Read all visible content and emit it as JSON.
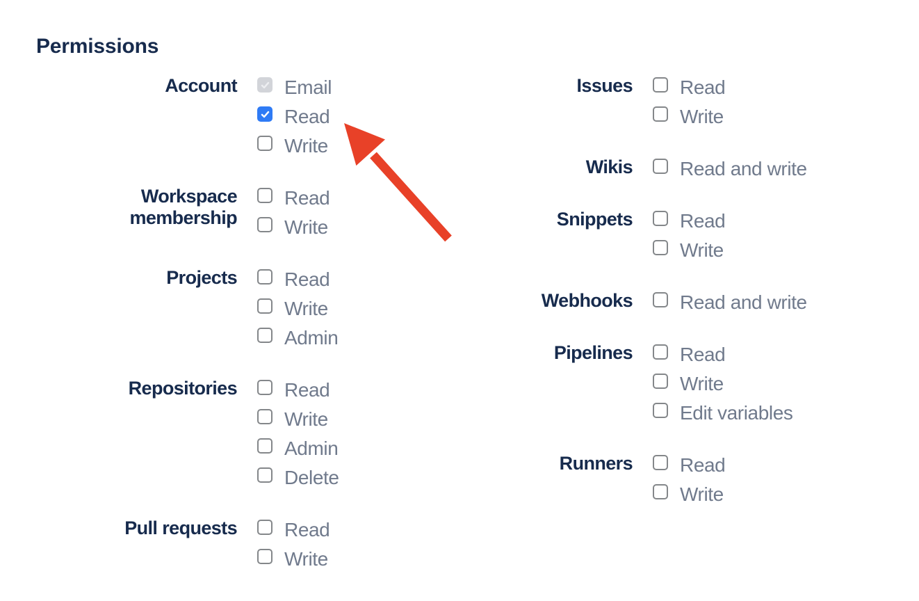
{
  "page": {
    "heading": "Permissions"
  },
  "colors": {
    "heading_text": "#172b4d",
    "group_label_text": "#172b4d",
    "option_label_text": "#707a8c",
    "checkbox_border": "#84878a",
    "checkbox_checked_fill": "#2f7bf5",
    "checkbox_check": "#ffffff",
    "checkbox_disabled_fill": "#d2d4d9",
    "checkbox_disabled_check": "#edeef1",
    "arrow": "#e84128"
  },
  "permissions": {
    "columns": {
      "left": [
        {
          "label": "Account",
          "options": [
            {
              "label": "Email",
              "state": "checked-disabled"
            },
            {
              "label": "Read",
              "state": "checked"
            },
            {
              "label": "Write",
              "state": "unchecked"
            }
          ]
        },
        {
          "label": "Workspace membership",
          "options": [
            {
              "label": "Read",
              "state": "unchecked"
            },
            {
              "label": "Write",
              "state": "unchecked"
            }
          ]
        },
        {
          "label": "Projects",
          "options": [
            {
              "label": "Read",
              "state": "unchecked"
            },
            {
              "label": "Write",
              "state": "unchecked"
            },
            {
              "label": "Admin",
              "state": "unchecked"
            }
          ]
        },
        {
          "label": "Repositories",
          "options": [
            {
              "label": "Read",
              "state": "unchecked"
            },
            {
              "label": "Write",
              "state": "unchecked"
            },
            {
              "label": "Admin",
              "state": "unchecked"
            },
            {
              "label": "Delete",
              "state": "unchecked"
            }
          ]
        },
        {
          "label": "Pull requests",
          "options": [
            {
              "label": "Read",
              "state": "unchecked"
            },
            {
              "label": "Write",
              "state": "unchecked"
            }
          ]
        }
      ],
      "right": [
        {
          "label": "Issues",
          "options": [
            {
              "label": "Read",
              "state": "unchecked"
            },
            {
              "label": "Write",
              "state": "unchecked"
            }
          ]
        },
        {
          "label": "Wikis",
          "options": [
            {
              "label": "Read and write",
              "state": "unchecked"
            }
          ]
        },
        {
          "label": "Snippets",
          "options": [
            {
              "label": "Read",
              "state": "unchecked"
            },
            {
              "label": "Write",
              "state": "unchecked"
            }
          ]
        },
        {
          "label": "Webhooks",
          "options": [
            {
              "label": "Read and write",
              "state": "unchecked"
            }
          ]
        },
        {
          "label": "Pipelines",
          "options": [
            {
              "label": "Read",
              "state": "unchecked"
            },
            {
              "label": "Write",
              "state": "unchecked"
            },
            {
              "label": "Edit variables",
              "state": "unchecked"
            }
          ]
        },
        {
          "label": "Runners",
          "options": [
            {
              "label": "Read",
              "state": "unchecked"
            },
            {
              "label": "Write",
              "state": "unchecked"
            }
          ]
        }
      ]
    }
  },
  "annotation_arrow": {
    "color": "#e84128",
    "points_to": "account-read-checkbox"
  }
}
